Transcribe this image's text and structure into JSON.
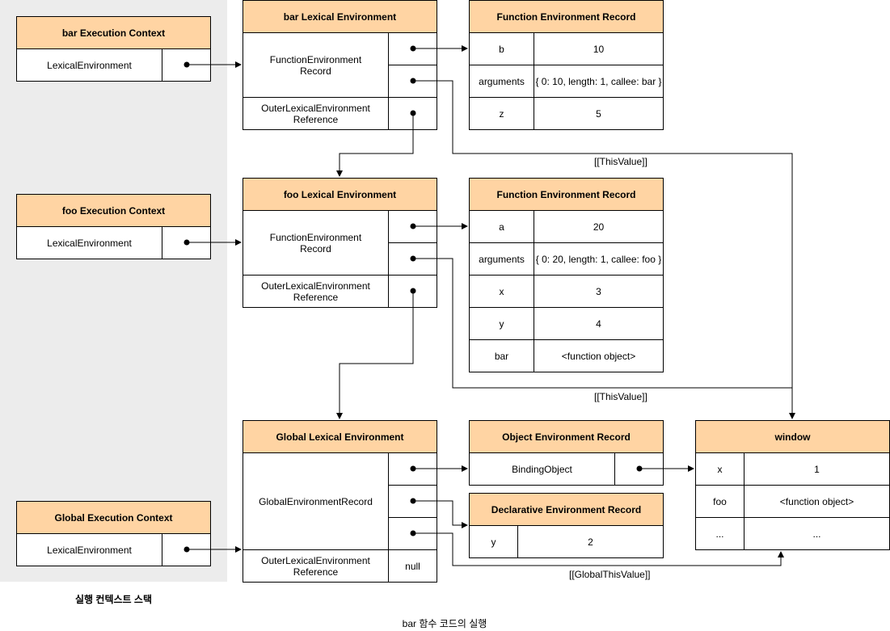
{
  "stack": {
    "label": "실행 컨텍스트 스택",
    "contexts": [
      {
        "title": "bar Execution Context",
        "field": "LexicalEnvironment"
      },
      {
        "title": "foo Execution Context",
        "field": "LexicalEnvironment"
      },
      {
        "title": "Global Execution Context",
        "field": "LexicalEnvironment"
      }
    ]
  },
  "bar_env": {
    "title": "bar Lexical Environment",
    "record_label": "FunctionEnvironment\nRecord",
    "outer_label": "OuterLexicalEnvironment\nReference"
  },
  "bar_record": {
    "title": "Function Environment Record",
    "rows": [
      {
        "key": "b",
        "value": "10"
      },
      {
        "key": "arguments",
        "value": "{ 0: 10, length: 1, callee: bar }"
      },
      {
        "key": "z",
        "value": "5"
      }
    ]
  },
  "foo_env": {
    "title": "foo Lexical Environment",
    "record_label": "FunctionEnvironment\nRecord",
    "outer_label": "OuterLexicalEnvironment\nReference"
  },
  "foo_record": {
    "title": "Function Environment Record",
    "rows": [
      {
        "key": "a",
        "value": "20"
      },
      {
        "key": "arguments",
        "value": "{ 0: 20, length: 1, callee: foo }"
      },
      {
        "key": "x",
        "value": "3"
      },
      {
        "key": "y",
        "value": "4"
      },
      {
        "key": "bar",
        "value": "<function object>"
      }
    ]
  },
  "global_env": {
    "title": "Global Lexical Environment",
    "record_label": "GlobalEnvironmentRecord",
    "outer_label": "OuterLexicalEnvironment\nReference",
    "outer_value": "null"
  },
  "object_record": {
    "title": "Object Environment Record",
    "field": "BindingObject"
  },
  "declarative_record": {
    "title": "Declarative Environment Record",
    "rows": [
      {
        "key": "y",
        "value": "2"
      }
    ]
  },
  "window": {
    "title": "window",
    "rows": [
      {
        "key": "x",
        "value": "1"
      },
      {
        "key": "foo",
        "value": "<function object>"
      },
      {
        "key": "...",
        "value": "..."
      }
    ]
  },
  "edges": {
    "bar_this": "[[ThisValue]]",
    "foo_this": "[[ThisValue]]",
    "global_this": "[[GlobalThisValue]]"
  },
  "footer": "bar 함수 코드의 실행"
}
